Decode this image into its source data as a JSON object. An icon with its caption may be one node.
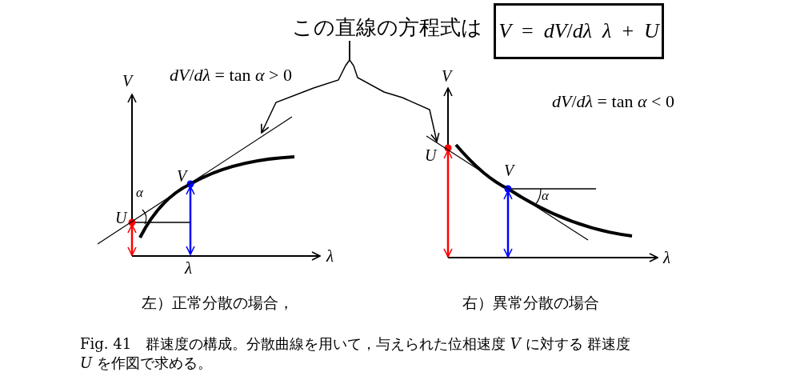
{
  "diagram": {
    "caption": "Fig. 41　群速度の構成。分散曲線を用いて，与えられた位相速度 *V* に対する 群速度 *U* を作図で求める。",
    "nodes": [
      {
        "text": [
          "この直線の方程式は"
        ]
      },
      {
        "text": [
          "*V* = *dV*/*dλ* *λ* + *U*"
        ]
      },
      {
        "text": [],
        "shape": "line"
      },
      {
        "text": [],
        "shape": "line"
      }
    ],
    "edges": [
      {
        "from": 0,
        "to": 2,
        "arrow": "to"
      },
      {
        "from": 0,
        "to": 3,
        "arrow": "to"
      }
    ],
    "labels": [
      "*V*",
      "*dV*/*dλ* = tan *α* > 0",
      "*V*",
      "*dV*/*dλ* = tan *α* < 0",
      "*U*",
      "*V*",
      "*V*",
      "*α*",
      "*α*",
      "*U*",
      "*λ*",
      "*λ*",
      "*λ*",
      "左）正常分散の場合，",
      "右）異常分散の場合"
    ]
  }
}
